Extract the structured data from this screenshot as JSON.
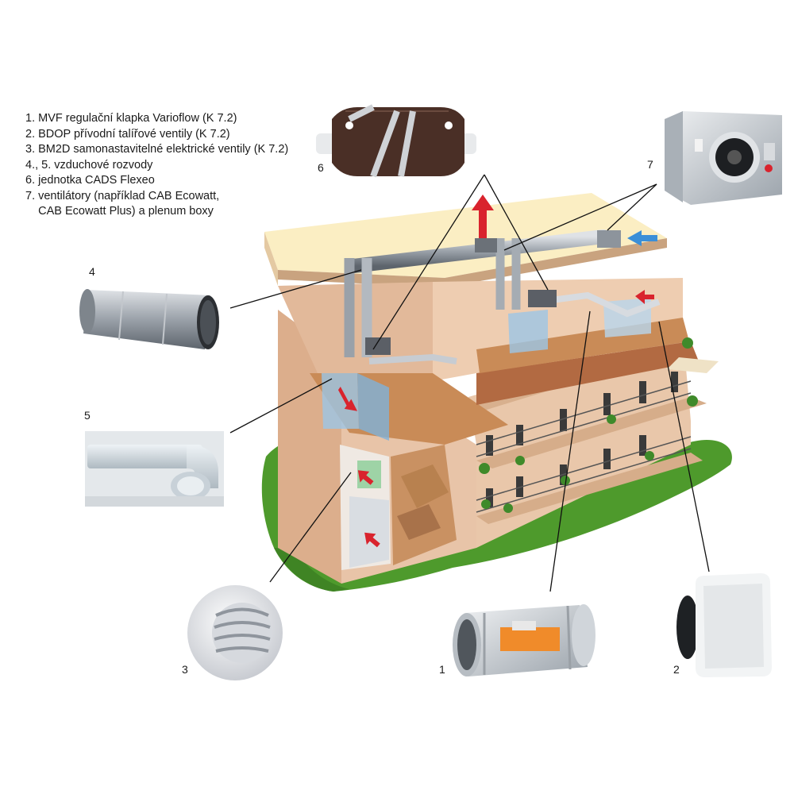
{
  "legend": [
    "1. MVF regulační klapka Varioflow (K 7.2)",
    "2. BDOP přívodní talířové ventily (K 7.2)",
    "3. BM2D samonastavitelné elektrické ventily (K 7.2)",
    "4., 5. vzduchové rozvody",
    "6. jednotka CADS Flexeo",
    "7. ventilátory (například CAB Ecowatt,",
    "    CAB Ecowatt Plus) a plenum boxy"
  ],
  "callouts": {
    "n1": "1",
    "n2": "2",
    "n3": "3",
    "n4": "4",
    "n5": "5",
    "n6": "6",
    "n7": "7"
  },
  "colors": {
    "supply_arrow": "#d9232d",
    "fresh_air_arrow": "#3b8fd8",
    "wall": "#e8c4a8",
    "roof": "#fbeec3",
    "grass": "#4e9a2c"
  }
}
